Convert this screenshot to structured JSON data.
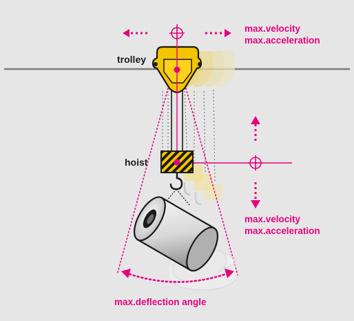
{
  "colors": {
    "background": "#e6e6e6",
    "accent": "#e6007e",
    "trolley_fill": "#f4c400",
    "ghost_fill": "#efe2b0",
    "dark": "#1a1a1a"
  },
  "icons": {
    "trolley": "trolley-icon",
    "hoist": "hoist-hazard-icon",
    "hook": "hook-icon",
    "load": "cylinder-load-icon",
    "target": "crosshair-icon"
  },
  "labels": {
    "trolley": "trolley",
    "hoist": "hoist",
    "trolley_velocity": "max.velocity",
    "trolley_acceleration": "max.acceleration",
    "hoist_velocity": "max.velocity",
    "hoist_acceleration": "max.acceleration",
    "deflection": "max.deflection angle"
  }
}
